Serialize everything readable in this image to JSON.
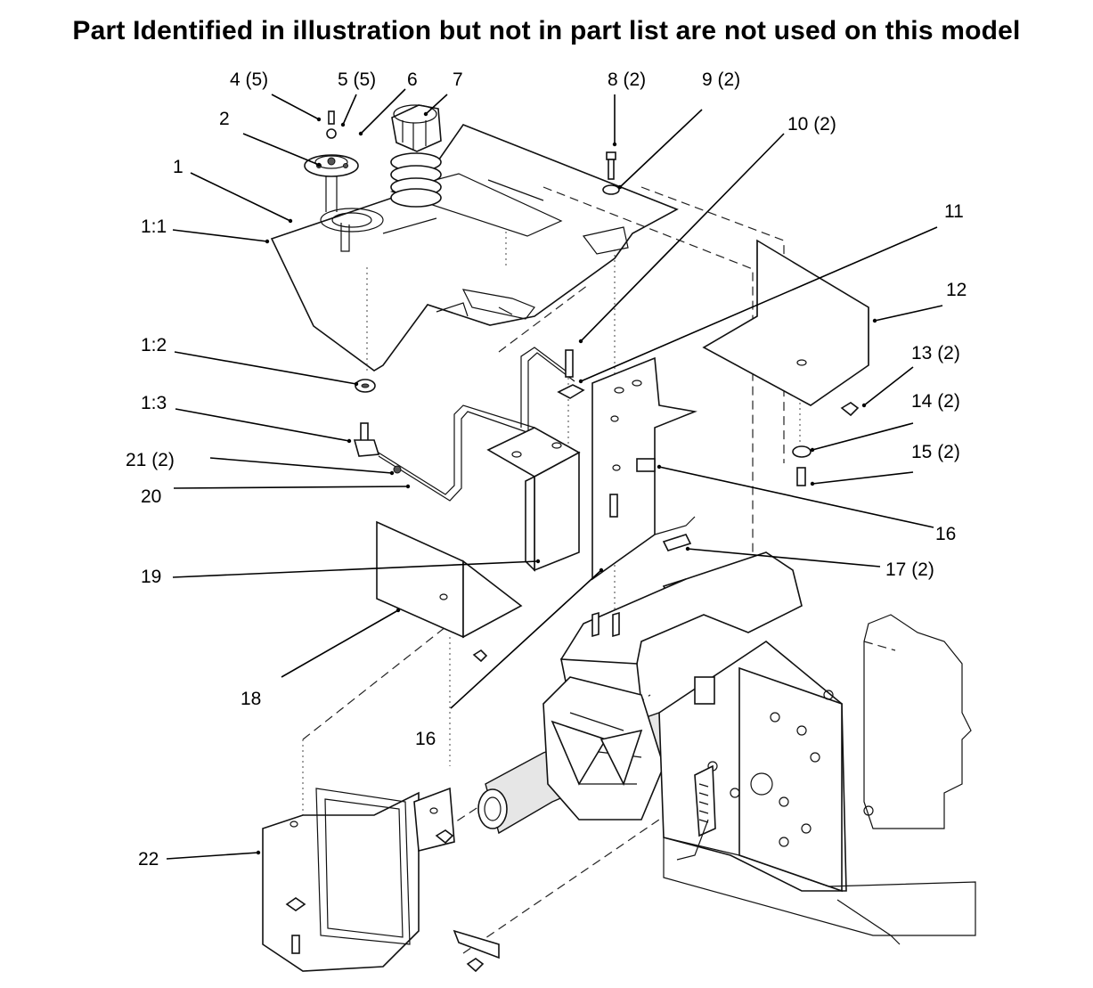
{
  "title": "Part Identified in illustration but not in part list are not used on this model",
  "callouts": [
    {
      "id": "c4",
      "label": "4 (5)"
    },
    {
      "id": "c5",
      "label": "5 (5)"
    },
    {
      "id": "c6",
      "label": "6"
    },
    {
      "id": "c7",
      "label": "7"
    },
    {
      "id": "c8",
      "label": "8 (2)"
    },
    {
      "id": "c9",
      "label": "9 (2)"
    },
    {
      "id": "c10",
      "label": "10 (2)"
    },
    {
      "id": "c2",
      "label": "2"
    },
    {
      "id": "c1",
      "label": "1"
    },
    {
      "id": "c11",
      "label": "11"
    },
    {
      "id": "c1_1",
      "label": "1:1"
    },
    {
      "id": "c12",
      "label": "12"
    },
    {
      "id": "c1_2",
      "label": "1:2"
    },
    {
      "id": "c13",
      "label": "13 (2)"
    },
    {
      "id": "c14",
      "label": "14 (2)"
    },
    {
      "id": "c1_3",
      "label": "1:3"
    },
    {
      "id": "c15",
      "label": "15 (2)"
    },
    {
      "id": "c21",
      "label": "21 (2)"
    },
    {
      "id": "c20",
      "label": "20"
    },
    {
      "id": "c16a",
      "label": "16"
    },
    {
      "id": "c19",
      "label": "19"
    },
    {
      "id": "c17",
      "label": "17 (2)"
    },
    {
      "id": "c18",
      "label": "18"
    },
    {
      "id": "c16b",
      "label": "16"
    },
    {
      "id": "c22",
      "label": "22"
    }
  ]
}
